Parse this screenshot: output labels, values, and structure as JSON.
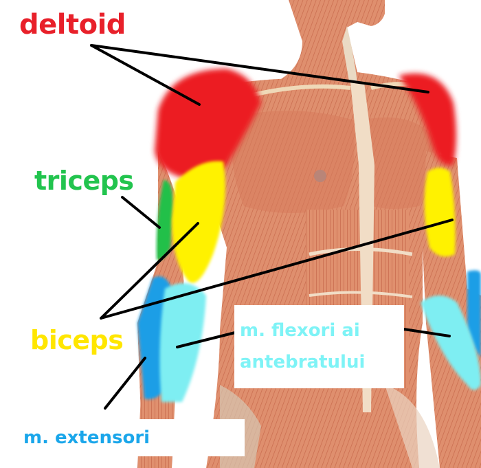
{
  "diagram": {
    "subject": "Anterior view of male torso and arm muscles (anatomical illustration)",
    "background": "#ffffff",
    "labels": [
      {
        "id": "deltoid",
        "text": "deltoid",
        "color": "#e8202a"
      },
      {
        "id": "triceps",
        "text": "triceps",
        "color": "#22c44e"
      },
      {
        "id": "biceps",
        "text": "biceps",
        "color": "#ffe600"
      },
      {
        "id": "flexori",
        "text": "m. flexori ai antebratului",
        "color": "#7ef3f6"
      },
      {
        "id": "extensori",
        "text": "m. extensori",
        "color": "#1aa6ea"
      }
    ],
    "highlight_colors": {
      "deltoid": "#ec1c24",
      "triceps": "#21c04a",
      "biceps": "#fff200",
      "flexors": "#7eeef2",
      "extensors": "#1a9ee6",
      "skin_muscle": "#d9805e",
      "tendon": "#f1ddc6"
    },
    "leader_lines": [
      {
        "from": "deltoid",
        "to": "left shoulder"
      },
      {
        "from": "deltoid",
        "to": "right shoulder"
      },
      {
        "from": "triceps",
        "to": "left upper arm (back)"
      },
      {
        "from": "biceps",
        "to": "left upper arm (front)"
      },
      {
        "from": "biceps",
        "to": "right upper arm (front)"
      },
      {
        "from": "flexori",
        "to": "left forearm"
      },
      {
        "from": "flexori",
        "to": "right forearm"
      },
      {
        "from": "extensori",
        "to": "left forearm (outer)"
      }
    ]
  }
}
